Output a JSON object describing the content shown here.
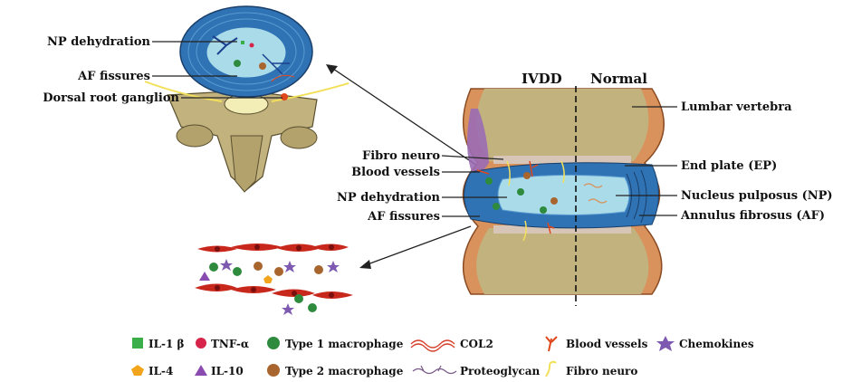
{
  "top_left_labels": {
    "np_dehydration": "NP dehydration",
    "af_fissures": "AF fissures",
    "dorsal_root_ganglion": "Dorsal root ganglion"
  },
  "header": {
    "ivdd": "IVDD",
    "normal": "Normal"
  },
  "middle_left_labels": {
    "fibro_neuro": "Fibro neuro",
    "blood_vessels": "Blood vessels",
    "np_dehydration": "NP dehydration",
    "af_fissures": "AF fissures"
  },
  "right_labels": {
    "lumbar_vertebra": "Lumbar vertebra",
    "end_plate": "End plate (EP)",
    "nucleus_pulposus": "Nucleus pulposus (NP)",
    "annulus_fibrosus": "Annulus fibrosus (AF)"
  },
  "legend": {
    "il1b": "IL-1 β",
    "tnfa": "TNF-α",
    "type1_macrophage": "Type 1 macrophage",
    "col2": "COL2",
    "blood_vessels": "Blood vessels",
    "chemokines": "Chemokines",
    "il4": "IL-4",
    "il10": "IL-10",
    "type2_macrophage": "Type 2 macrophage",
    "proteoglycan": "Proteoglycan",
    "fibro_neuro": "Fibro neuro"
  },
  "colors": {
    "disc_blue": "#2f73b5",
    "np_light": "#a9dbe8",
    "bone_olive": "#c2b27e",
    "cortex_orange": "#d9925c",
    "macrophage_green": "#2e8b3e",
    "macrophage_brown": "#a8652e",
    "il1b_green": "#3aae4a",
    "tnfa_red": "#d6244a",
    "il4_orange": "#f2a51c",
    "il10_purple": "#8a4bb0",
    "chemokine_purple": "#7d59b0",
    "vessel_red": "#e0471c",
    "nerve_yellow": "#f2e05a"
  }
}
